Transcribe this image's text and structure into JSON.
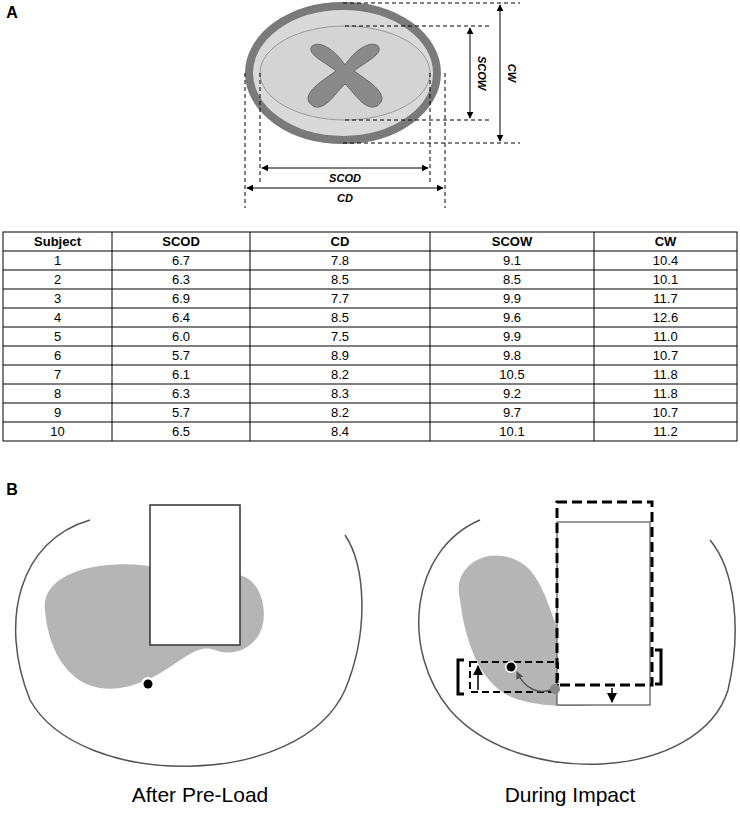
{
  "diagram": {
    "labels": [
      "A",
      "SCOW",
      "CW",
      "SCOD",
      "CD",
      "Subject",
      "SCOD",
      "CD",
      "SCOW",
      "CW",
      "1",
      "6.7",
      "7.8",
      "9.1",
      "10.4",
      "2",
      "6.3",
      "8.5",
      "8.5",
      "10.1",
      "3",
      "6.9",
      "7.7",
      "9.9",
      "11.7",
      "4",
      "6.4",
      "8.5",
      "9.6",
      "12.6",
      "5",
      "6.0",
      "7.5",
      "9.9",
      "11.0",
      "6",
      "5.7",
      "8.9",
      "9.8",
      "10.7",
      "7",
      "6.1",
      "8.2",
      "10.5",
      "11.8",
      "8",
      "6.3",
      "8.3",
      "9.2",
      "11.8",
      "9",
      "5.7",
      "8.2",
      "9.7",
      "10.7",
      "10",
      "6.5",
      "8.4",
      "10.1",
      "11.2",
      "B",
      "After Pre-Load",
      "During Impact"
    ]
  }
}
